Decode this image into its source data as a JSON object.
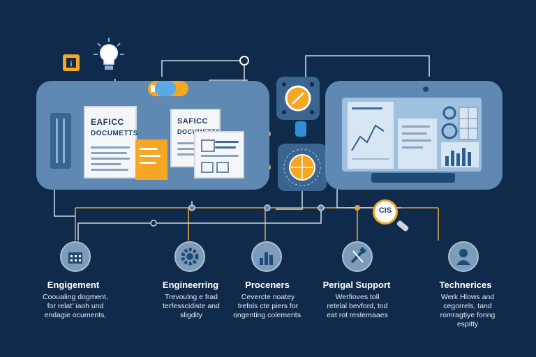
{
  "documents": [
    {
      "title_line1": "EAFICC",
      "title_line2": "DOCUMETTS"
    },
    {
      "title_line1": "SAFICC",
      "title_line2": "DOCUMETTS"
    }
  ],
  "badge": {
    "text": "CIS"
  },
  "categories": [
    {
      "title": "Engigement",
      "desc_line1": "Cooualing dogment,",
      "desc_line2": "for relat' iaoh und",
      "desc_line3": "endagie ocuments,",
      "icon": "building-icon"
    },
    {
      "title": "Engineerring",
      "desc_line1": "Trevoulng e frad",
      "desc_line2": "terfesscidiste and",
      "desc_line3": "sligdity",
      "icon": "gear-icon"
    },
    {
      "title": "Proceners",
      "desc_line1": "Cevercte noatey",
      "desc_line2": "trefols cte piers for",
      "desc_line3": "ongenting colements.",
      "icon": "chart-icon"
    },
    {
      "title": "Perigal Support",
      "desc_line1": "Werfioves toll",
      "desc_line2": "retelal bevford, tnd",
      "desc_line3": "eat rot restemaaes",
      "icon": "tools-icon"
    },
    {
      "title": "Technerices",
      "desc_line1": "Werk Hlows and",
      "desc_line2": "cegorrels, tand",
      "desc_line3": "romragtiye fonng",
      "desc_line4": "espitty",
      "icon": "person-icon"
    }
  ],
  "colors": {
    "background": "#0f2a4a",
    "panel": "#5f88b2",
    "accent_orange": "#f5a623",
    "wire_light": "#c9d6e6",
    "wire_orange": "#e8a33a"
  }
}
